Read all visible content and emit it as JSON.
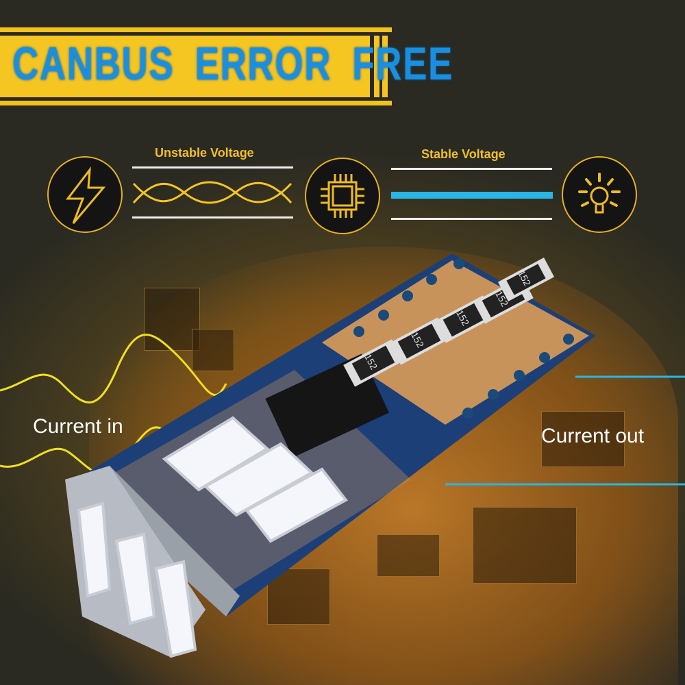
{
  "banner": {
    "title": "CANBUS  ERROR FREE",
    "color": "#1a8fe0",
    "bg": "#f5c522"
  },
  "diagram": {
    "unstable_label": "Unstable Voltage",
    "stable_label": "Stable Voltage",
    "icons": [
      "lightning-icon",
      "chip-icon",
      "lightbulb-icon"
    ],
    "stable_line_color": "#29b6e6"
  },
  "labels": {
    "current_in": "Current in",
    "current_out": "Current out"
  },
  "product": {
    "resistor_codes": [
      "152",
      "152",
      "152",
      "152",
      "152"
    ]
  }
}
